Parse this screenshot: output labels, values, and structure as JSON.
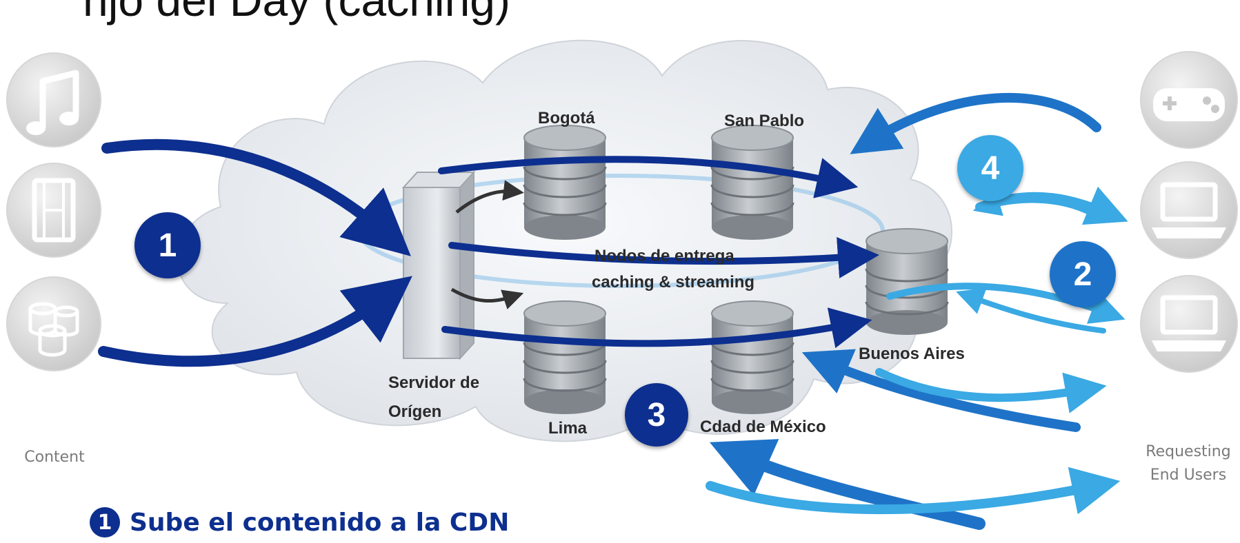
{
  "title_fragment": "njo del Day (caching)",
  "nodes": {
    "bogota": "Bogotá",
    "san_pablo": "San Pablo",
    "buenos_aires": "Buenos Aires",
    "lima": "Lima",
    "cdad_mexico": "Cdad de México",
    "origin_line1": "Servidor de",
    "origin_line2": "Orígen",
    "ring_line1": "Nodos de entrega",
    "ring_line2": "caching & streaming"
  },
  "sides": {
    "content": "Content",
    "users_line1": "Requesting",
    "users_line2": "End Users"
  },
  "steps": {
    "one": "1",
    "two": "2",
    "three": "3",
    "four": "4"
  },
  "footer": {
    "number": "1",
    "text": "Sube el contenido a la CDN"
  },
  "icons": {
    "left": [
      "music-note-icon",
      "film-strip-icon",
      "database-stack-icon"
    ],
    "right": [
      "gamepad-icon",
      "laptop-icon",
      "laptop-icon"
    ]
  },
  "colors": {
    "dark_navy": "#0d2f8f",
    "mid_blue": "#1e73c8",
    "light_cyan": "#3aa9e4",
    "cloud": "#eef1f4",
    "cylinder": "#9ea3a8"
  }
}
